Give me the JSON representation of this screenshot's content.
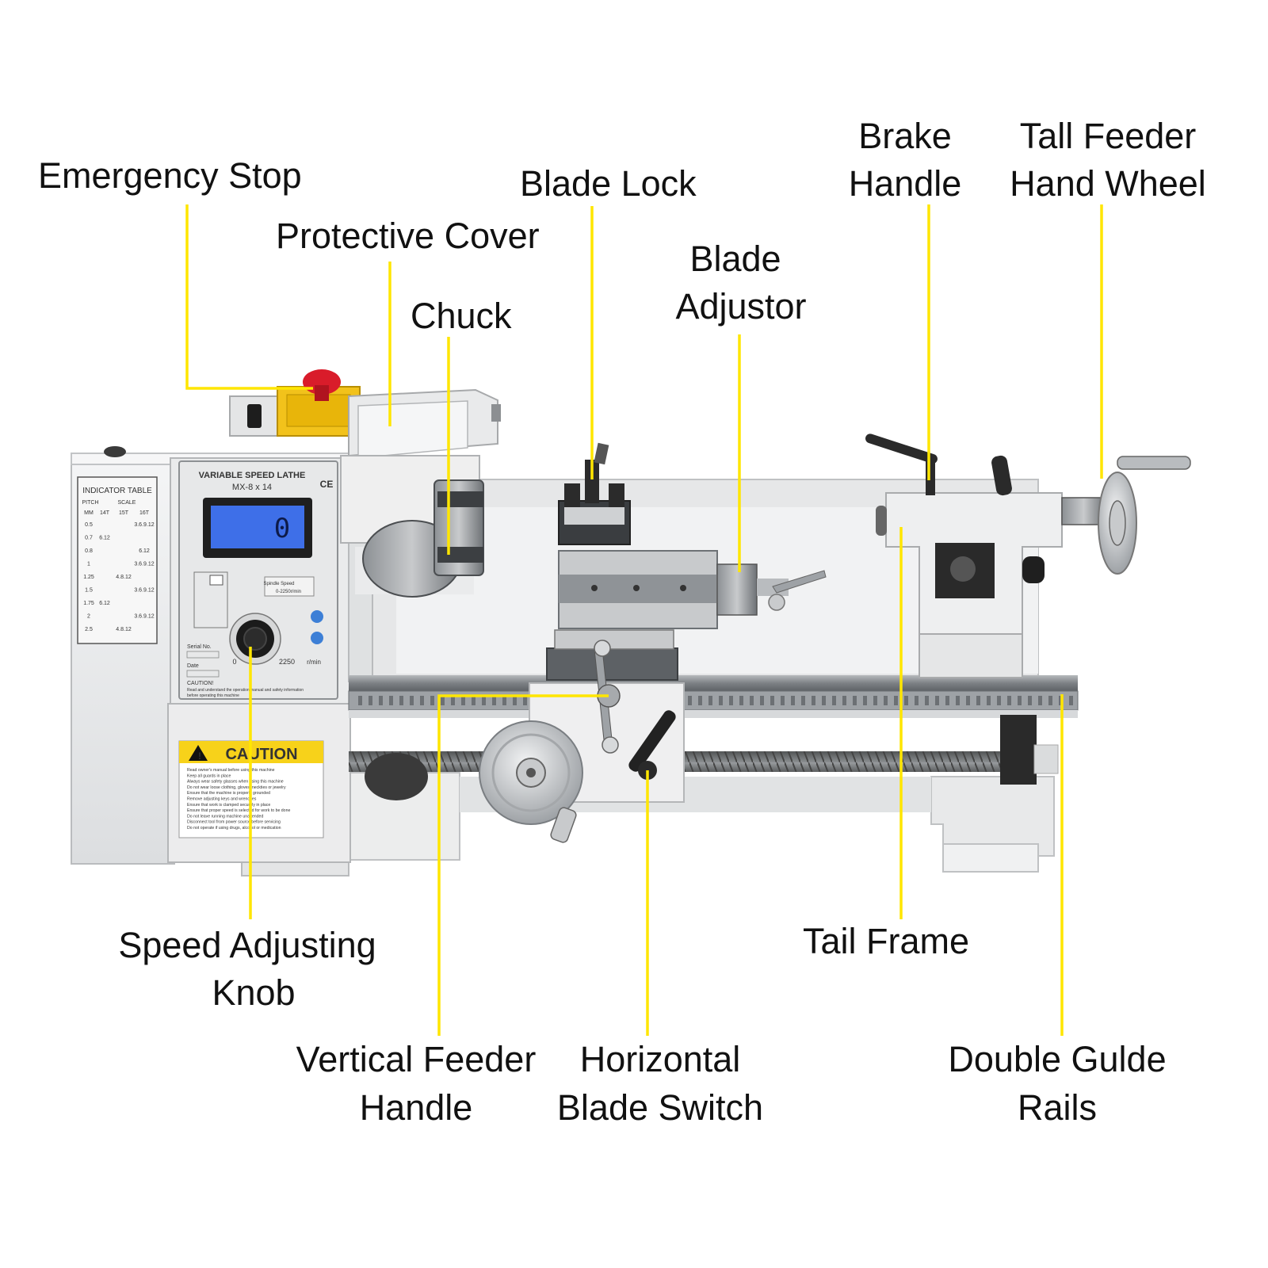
{
  "colors": {
    "leader": "#ffe600",
    "label_text": "#111111",
    "machine_body": "#ecedee",
    "machine_shadow": "#c9cbcd",
    "steel": "#8e9296",
    "dark_part": "#2b2b2b",
    "estop_red": "#d91c2a",
    "estop_box": "#f2c21b",
    "lcd_blue": "#3e6fe8",
    "caution_yellow": "#f7d21a"
  },
  "labels": {
    "emergency_stop": "Emergency Stop",
    "protective_cover": "Protective Cover",
    "chuck": "Chuck",
    "blade_lock": "Blade Lock",
    "blade_adjustor": {
      "line1": "Blade",
      "line2": "Adjustor"
    },
    "brake_handle": {
      "line1": "Brake",
      "line2": "Handle"
    },
    "tall_feeder_hand_wheel": {
      "line1": "Tall Feeder",
      "line2": "Hand Wheel"
    },
    "speed_adjusting_knob": {
      "line1": "Speed Adjusting",
      "line2": "Knob"
    },
    "vertical_feeder_handle": {
      "line1": "Vertical Feeder",
      "line2": "Handle"
    },
    "horizontal_blade_switch": {
      "line1": "Horizontal",
      "line2": "Blade Switch"
    },
    "tail_frame": "Tail Frame",
    "double_guide_rails": {
      "line1": "Double Gulde",
      "line2": "Rails"
    }
  },
  "machine": {
    "model_title": "VARIABLE SPEED LATHE",
    "model_code": "MX-8 x 14",
    "ce_mark": "CE",
    "lcd_reading": "0",
    "speed_range": "0-2250r/min",
    "spindle_speed": "Spindle Speed",
    "dial_min": "0",
    "dial_max": "2250",
    "dial_unit": "r/min",
    "serial_label": "Serial No.",
    "date_label": "Date",
    "panel_caution_title": "CAUTION!",
    "panel_caution_text1": "Read and understand the operation manual and safety information",
    "panel_caution_text2": "before operating this machine",
    "indicator_table": {
      "title": "INDICATOR TABLE",
      "col_pitch": "PITCH",
      "col_scale": "SCALE",
      "headers": [
        "MM",
        "14T",
        "15T",
        "16T"
      ],
      "rows": [
        [
          "0.5",
          "",
          "",
          "3.6.9.12"
        ],
        [
          "0.7",
          "6.12",
          "",
          ""
        ],
        [
          "0.8",
          "",
          "",
          "6.12"
        ],
        [
          "1",
          "",
          "",
          "3.6.9.12"
        ],
        [
          "1.25",
          "",
          "4.8.12",
          ""
        ],
        [
          "1.5",
          "",
          "",
          "3.6.9.12"
        ],
        [
          "1.75",
          "6.12",
          "",
          ""
        ],
        [
          "2",
          "",
          "",
          "3.6.9.12"
        ],
        [
          "2.5",
          "",
          "4.8.12",
          ""
        ]
      ]
    },
    "caution": {
      "title": "CAUTION",
      "lines": [
        "Read owner's manual before using this machine",
        "Keep all guards in place",
        "Always wear safety glasses when using this machine",
        "Do not wear loose clothing, gloves, neckties or jewelry",
        "Ensure that the machine is properly grounded",
        "Remove adjusting keys and wrenches",
        "Ensure that work is clamped securely in place",
        "Ensure that proper speed is selected for work to be done",
        "Do not leave running machine unattended",
        "Disconnect tool from power source before servicing",
        "Do not operate if using drugs, alcohol or medication"
      ]
    }
  }
}
